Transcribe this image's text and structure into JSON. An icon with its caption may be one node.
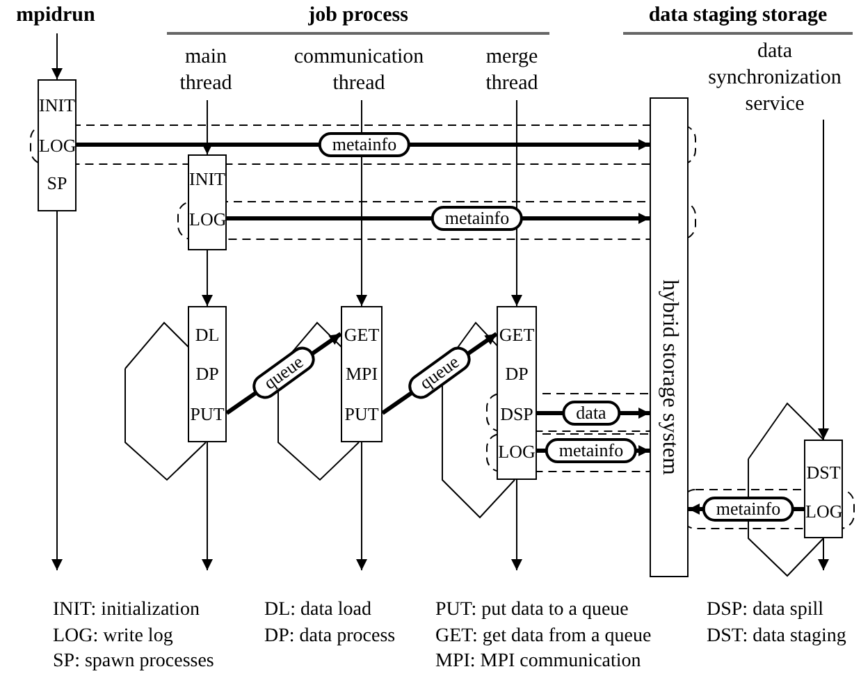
{
  "diagram": {
    "nodes": [
      {
        "text": [
          "mpidrun"
        ]
      },
      {
        "text": [
          "main thread"
        ]
      },
      {
        "text": [
          "communication thread"
        ]
      },
      {
        "text": [
          "merge thread"
        ]
      },
      {
        "text": [
          "data synchronization service"
        ]
      },
      {
        "text": [
          "INIT",
          "LOG",
          "SP"
        ]
      },
      {
        "text": [
          "INIT",
          "LOG"
        ]
      },
      {
        "text": [
          "DL",
          "DP",
          "PUT"
        ]
      },
      {
        "text": [
          "GET",
          "MPI",
          "PUT"
        ]
      },
      {
        "text": [
          "GET",
          "DP",
          "DSP",
          "LOG"
        ]
      },
      {
        "text": [
          "hybrid storage system"
        ]
      },
      {
        "text": [
          "DST",
          "LOG"
        ]
      }
    ],
    "edges": [
      {
        "from": 0,
        "to": 5,
        "arrow": "to"
      },
      {
        "from": 5,
        "to": null,
        "arrow": "to"
      },
      {
        "from": 1,
        "to": 6,
        "arrow": "to"
      },
      {
        "from": 6,
        "to": 7,
        "arrow": "to"
      },
      {
        "from": 7,
        "to": null,
        "arrow": "to"
      },
      {
        "from": 2,
        "to": 8,
        "arrow": "to"
      },
      {
        "from": 8,
        "to": null,
        "arrow": "to"
      },
      {
        "from": 3,
        "to": 9,
        "arrow": "to"
      },
      {
        "from": 9,
        "to": null,
        "arrow": "to"
      },
      {
        "from": 4,
        "to": 11,
        "arrow": "to"
      },
      {
        "from": 11,
        "to": null,
        "arrow": "to"
      },
      {
        "from": 5,
        "to": 10,
        "arrow": "to",
        "label": "metainfo",
        "style": "thick"
      },
      {
        "from": 6,
        "to": 10,
        "arrow": "to",
        "label": "metainfo",
        "style": "thick"
      },
      {
        "from": 7,
        "to": 8,
        "arrow": "to",
        "label": "queue",
        "style": "thick"
      },
      {
        "from": 8,
        "to": 9,
        "arrow": "to",
        "label": "queue",
        "style": "thick"
      },
      {
        "from": 9,
        "to": 10,
        "arrow": "to",
        "label": "data",
        "style": "thick"
      },
      {
        "from": 9,
        "to": 10,
        "arrow": "to",
        "label": "metainfo",
        "style": "thick"
      },
      {
        "from": 11,
        "to": 10,
        "arrow": "to",
        "label": "metainfo",
        "style": "thick"
      }
    ],
    "labels": [
      "job process",
      "data staging storage",
      "INIT: initialization",
      "DL: data load",
      "PUT: put data to a queue",
      "DSP: data spill",
      "LOG: write log",
      "DP: data process",
      "GET: get data from a queue",
      "DST: data staging",
      "SP: spawn processes",
      "MPI: MPI communication"
    ]
  }
}
